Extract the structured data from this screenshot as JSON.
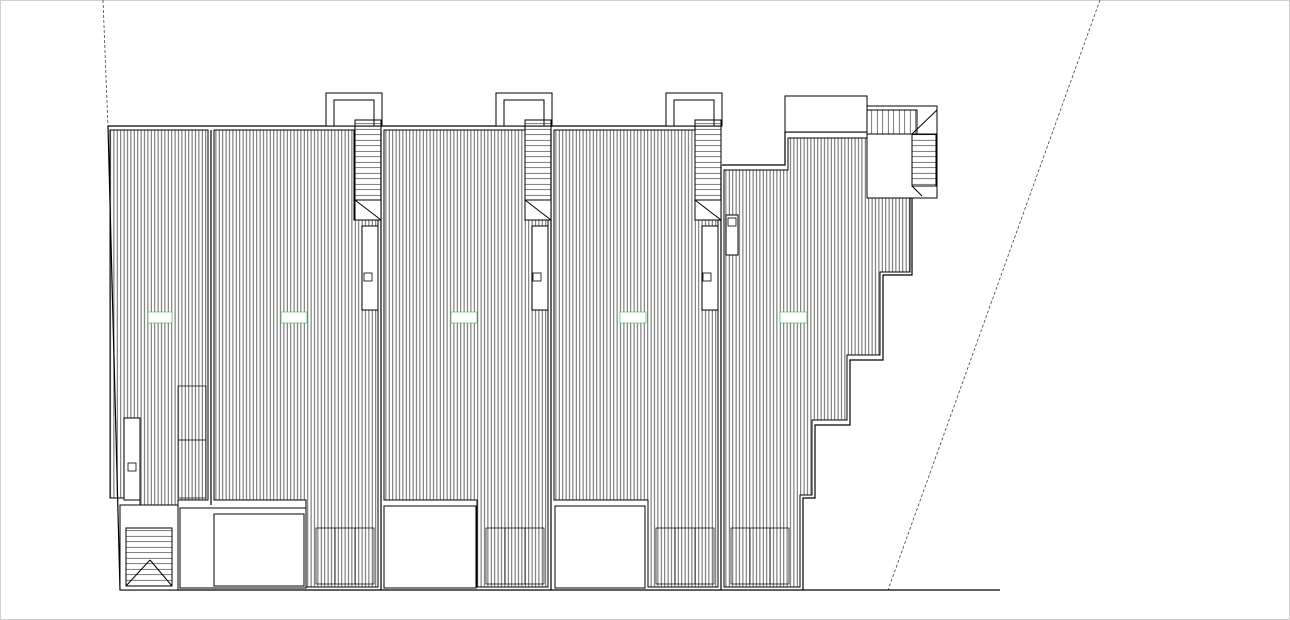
{
  "drawing": {
    "type": "roof-plan",
    "colors": {
      "line": "#000000",
      "hatch": "#555555",
      "boundary": "#444444",
      "label": "#3bb54a",
      "background": "#ffffff"
    },
    "units_count": 5,
    "unit_labels": [
      {
        "name": "unit-1-label",
        "line1": "",
        "line2": ""
      },
      {
        "name": "unit-2-label",
        "line1": "",
        "line2": ""
      },
      {
        "name": "unit-3-label",
        "line1": "",
        "line2": ""
      },
      {
        "name": "unit-4-label",
        "line1": "",
        "line2": ""
      },
      {
        "name": "unit-5-label",
        "line1": "",
        "line2": ""
      }
    ],
    "legend": {
      "title": ""
    }
  }
}
